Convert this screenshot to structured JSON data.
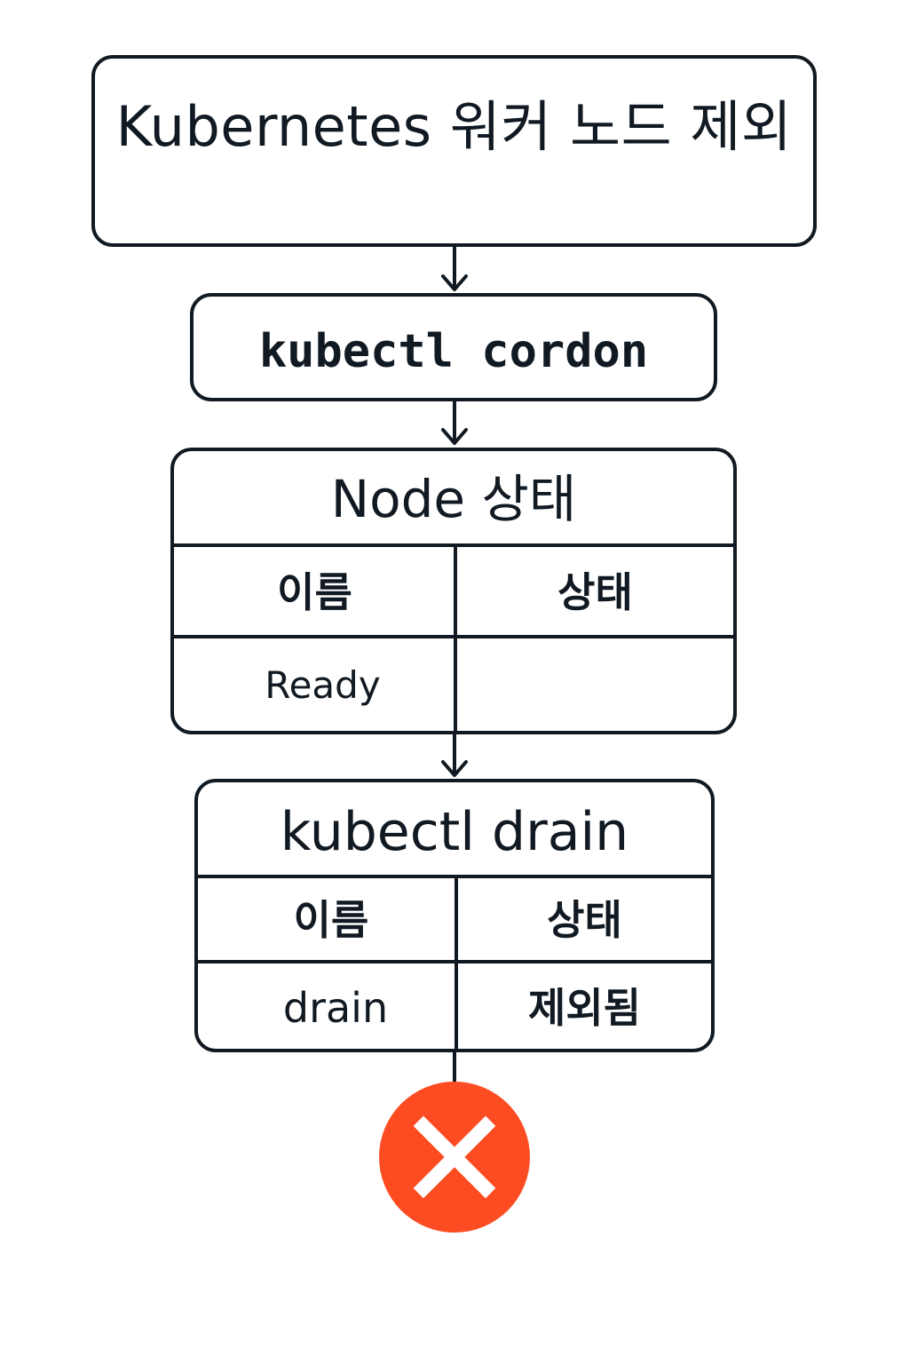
{
  "title": "Kubernetes 워커 노드 제외",
  "cordon": {
    "command": "kubectl cordon"
  },
  "node_table": {
    "title": "Node 상태",
    "headers": [
      "이름",
      "상태"
    ],
    "row": [
      "Ready",
      ""
    ]
  },
  "drain_table": {
    "title": "kubectl drain",
    "headers": [
      "이름",
      "상태"
    ],
    "row": [
      "drain",
      "제외됨"
    ]
  },
  "end_icon": "close-icon",
  "colors": {
    "stroke": "#111a22",
    "error": "#fd4c22"
  }
}
